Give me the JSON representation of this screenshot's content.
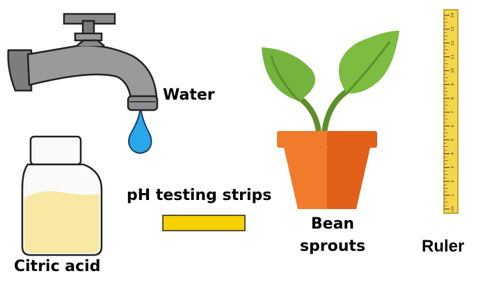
{
  "labels": {
    "water": "Water",
    "citric_acid": "Citric acid",
    "ph_strips": "pH testing strips",
    "bean_line1": "Bean",
    "bean_line2": "sprouts",
    "ruler": "Ruler"
  },
  "ruler_ticks": [
    "14",
    "13",
    "12",
    "11",
    "10",
    "9",
    "8",
    "7",
    "6",
    "5",
    "4",
    "3",
    "2",
    "1",
    "cm"
  ],
  "icons": {
    "faucet": "faucet-icon",
    "drop": "water-drop-icon",
    "jar": "jar-icon",
    "strip": "ph-strip-icon",
    "plant": "plant-icon",
    "ruler": "ruler-icon"
  },
  "colors": {
    "faucet_gray": "#8a8a8a",
    "water_blue": "#2aa7e8",
    "liquid_yellow": "#f7e8a4",
    "strip_yellow": "#f7d000",
    "leaf_green": "#74b43c",
    "pot_orange": "#f07b2a",
    "ruler_yellow": "#f6d54a"
  }
}
